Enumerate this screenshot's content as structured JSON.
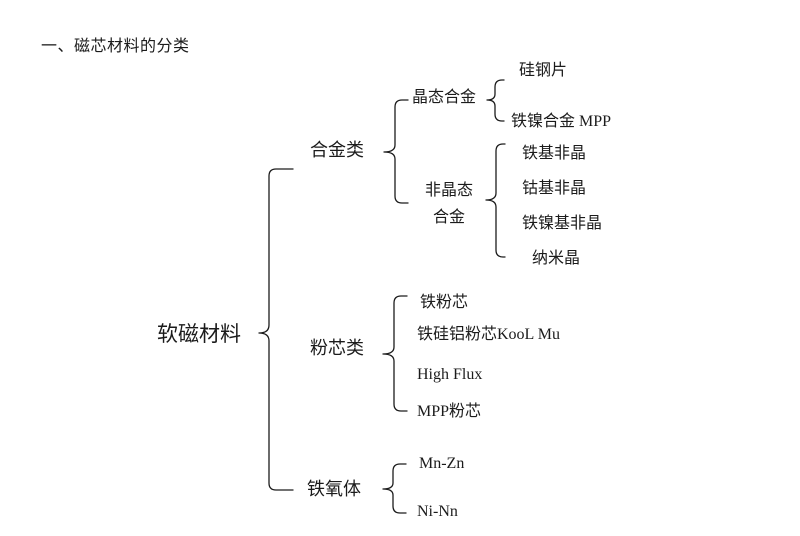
{
  "page": {
    "title": "一、磁芯材料的分类",
    "background_color": "#ffffff",
    "text_color": "#1b1b1b"
  },
  "tree": {
    "root": {
      "label": "软磁材料"
    },
    "branches": [
      {
        "label": "合金类",
        "children": [
          {
            "label": "晶态合金",
            "children": [
              {
                "label": "硅钢片"
              },
              {
                "label": "铁镍合金 MPP"
              }
            ]
          },
          {
            "label": "非晶态\n合金",
            "children": [
              {
                "label": "铁基非晶"
              },
              {
                "label": "钴基非晶"
              },
              {
                "label": "铁镍基非晶"
              },
              {
                "label": "纳米晶"
              }
            ]
          }
        ]
      },
      {
        "label": "粉芯类",
        "children": [
          {
            "label": "铁粉芯"
          },
          {
            "label": "铁硅铝粉芯KooL Mu"
          },
          {
            "label": "High Flux"
          },
          {
            "label": "MPP粉芯"
          }
        ]
      },
      {
        "label": "铁氧体",
        "children": [
          {
            "label": "Mn-Zn"
          },
          {
            "label": "Ni-Nn"
          }
        ]
      }
    ]
  }
}
